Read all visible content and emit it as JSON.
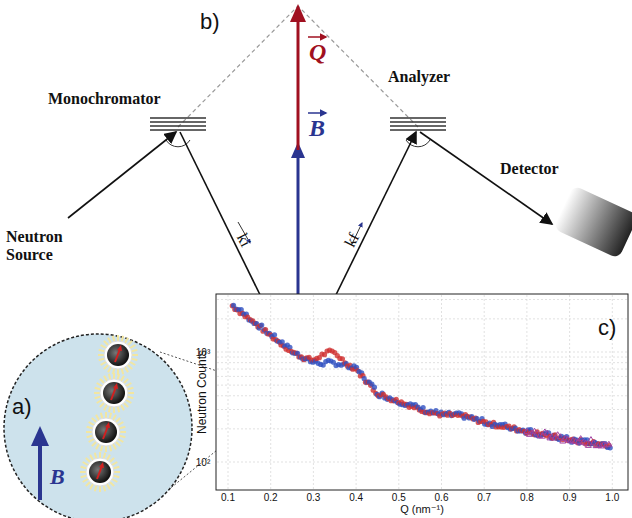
{
  "diagram": {
    "labels": [
      "b)",
      "Monochromator",
      "Analyzer",
      "Q",
      "B",
      "Neutron Source",
      "Detector",
      "ki",
      "kf",
      "a)",
      "B",
      "c)",
      "Neutron Counts",
      "Q (nm⁻¹)",
      "10³",
      "10²",
      "0.1",
      "0.2",
      "0.3",
      "0.4",
      "0.5",
      "0.6",
      "0.7",
      "0.8",
      "0.9",
      "1.0"
    ]
  }
}
